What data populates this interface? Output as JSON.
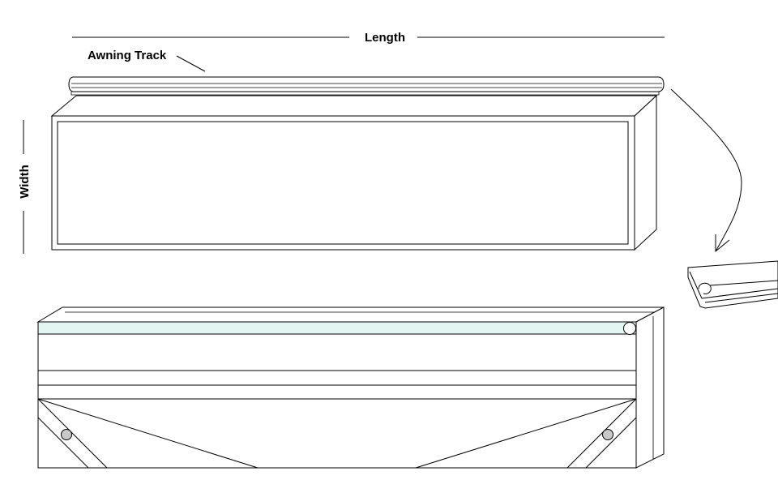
{
  "labels": {
    "length": "Length",
    "awning_track": "Awning Track",
    "width": "Width"
  },
  "colors": {
    "line": "#000000",
    "track_highlight": "#e4f6f2",
    "bolt": "#c8c8c8",
    "background": "#ffffff"
  }
}
